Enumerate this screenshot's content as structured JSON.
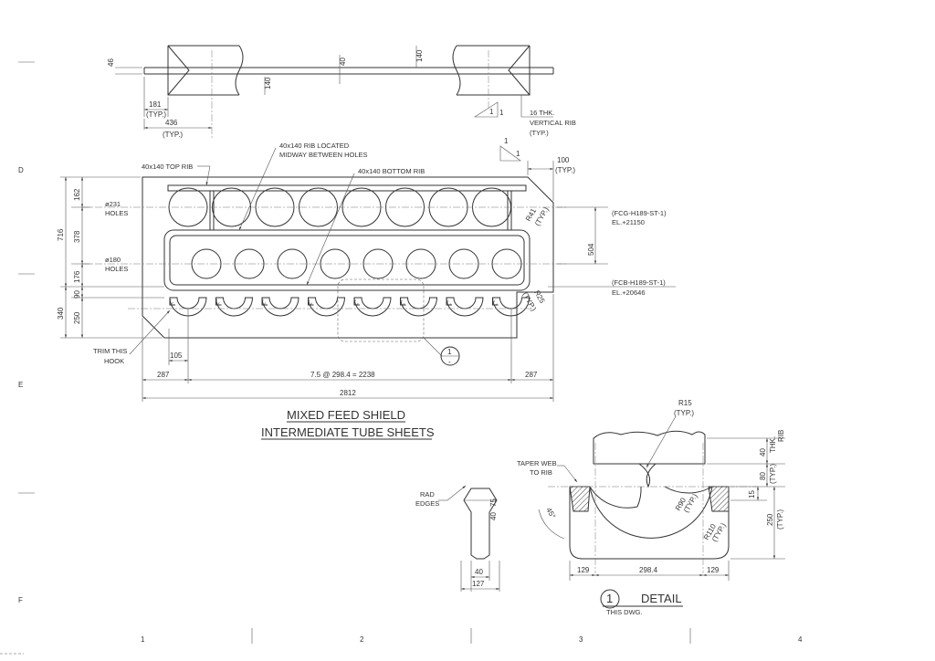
{
  "grid": {
    "rows": [
      "D",
      "E",
      "F"
    ],
    "cols": [
      "1",
      "2",
      "3",
      "4"
    ]
  },
  "title": {
    "line1": "MIXED FEED SHIELD",
    "line2": "INTERMEDIATE TUBE SHEETS"
  },
  "detail": {
    "number": "1",
    "label": "DETAIL",
    "ref": "THIS DWG."
  },
  "callout": {
    "number": "1",
    "sub": "-"
  },
  "top_view": {
    "d46": "46",
    "d40": "40",
    "d140a": "140",
    "d140b": "140",
    "d181": "181",
    "d436": "436",
    "typ": "(TYP.)",
    "slope1": "1",
    "slope2": "1",
    "rib_thk": "16 THK.",
    "rib_name": "VERTICAL RIB",
    "rib_typ": "(TYP.)"
  },
  "front_view": {
    "top_rib": "40x140 TOP RIB",
    "mid_rib1": "40x140 RIB LOCATED",
    "mid_rib2": "MIDWAY BETWEEN HOLES",
    "bottom_rib": "40x140 BOTTOM RIB",
    "holes231a": "ø231",
    "holes231b": "HOLES",
    "holes180a": "ø180",
    "holes180b": "HOLES",
    "trim1": "TRIM THIS",
    "trim2": "HOOK",
    "slope1": "1",
    "slope2": "1",
    "d100": "100",
    "d100typ": "(TYP.)",
    "r41": "R41",
    "r41typ": "(TYP.)",
    "r25": "R25",
    "r25typ": "(TYP.)",
    "d504": "504",
    "el_upper_tag": "(FCG-H189-ST-1)",
    "el_upper": "EL.+21150",
    "el_lower_tag": "(FCB-H189-ST-1)",
    "el_lower": "EL.+20646",
    "d716": "716",
    "d162": "162",
    "d378": "378",
    "d176": "176",
    "d90": "90",
    "d250": "250",
    "d340": "340",
    "d105": "105",
    "d287a": "287",
    "d287b": "287",
    "pitch": "7.5 @ 298.4 = 2238",
    "d2812": "2812"
  },
  "detail_view": {
    "rad1": "RAD",
    "rad2": "EDGES",
    "d75": "75",
    "d40": "40",
    "d40b": "40",
    "d127": "127",
    "taper1": "TAPER WEB",
    "taper2": "TO RIB",
    "ang45": "45°",
    "r15": "R15",
    "r15typ": "(TYP.)",
    "thk40": "40",
    "thk": "THK.",
    "rib": "RIB",
    "d80": "80",
    "d80typ": "(TYP.)",
    "d15": "15",
    "r90": "R90",
    "r90typ": "(TYP.)",
    "r110": "R110",
    "r110typ": "(TYP.)",
    "d250": "250",
    "d250typ": "(TYP.)",
    "d129a": "129",
    "d2984": "298.4",
    "d129b": "129"
  }
}
